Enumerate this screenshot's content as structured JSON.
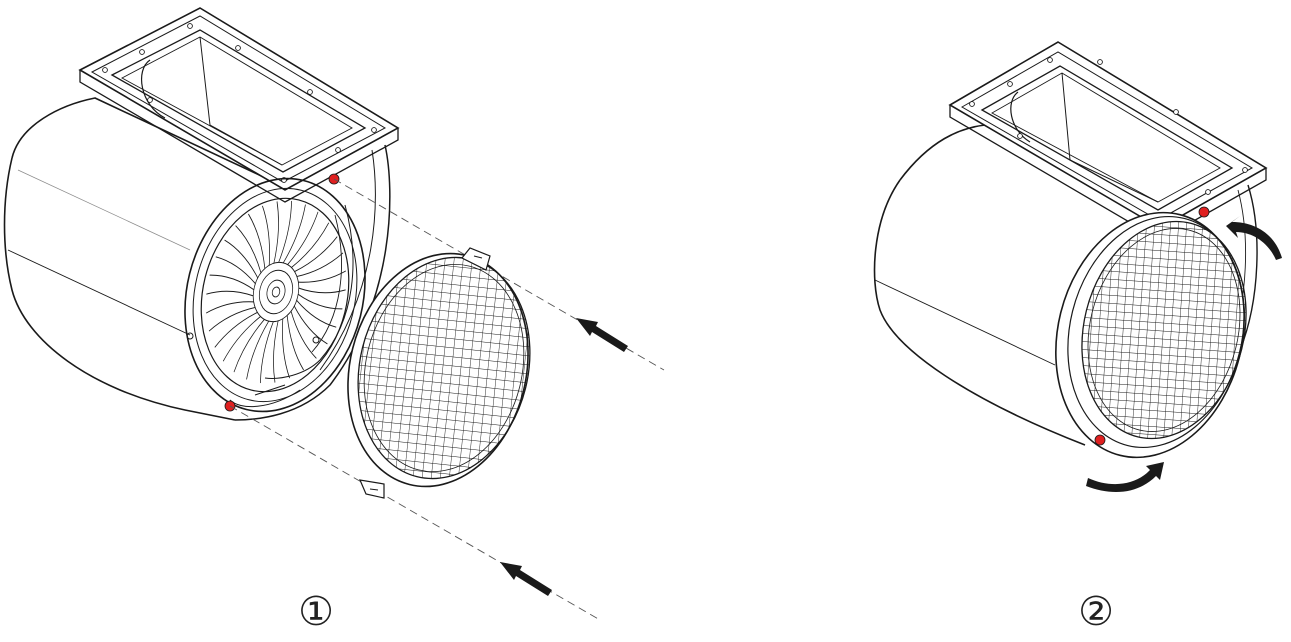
{
  "figure": {
    "steps": [
      {
        "id": "step-1",
        "label": "①"
      },
      {
        "id": "step-2",
        "label": "②"
      }
    ]
  },
  "colors": {
    "line": "#1a1a1a",
    "screw": "#e02020",
    "guide": "#555555",
    "background": "#ffffff"
  },
  "icons": [
    "cylinder-housing",
    "mounting-flange",
    "impeller-fan",
    "mesh-filter",
    "screw-icon",
    "push-arrow-icon",
    "rotate-arrow-icon"
  ]
}
